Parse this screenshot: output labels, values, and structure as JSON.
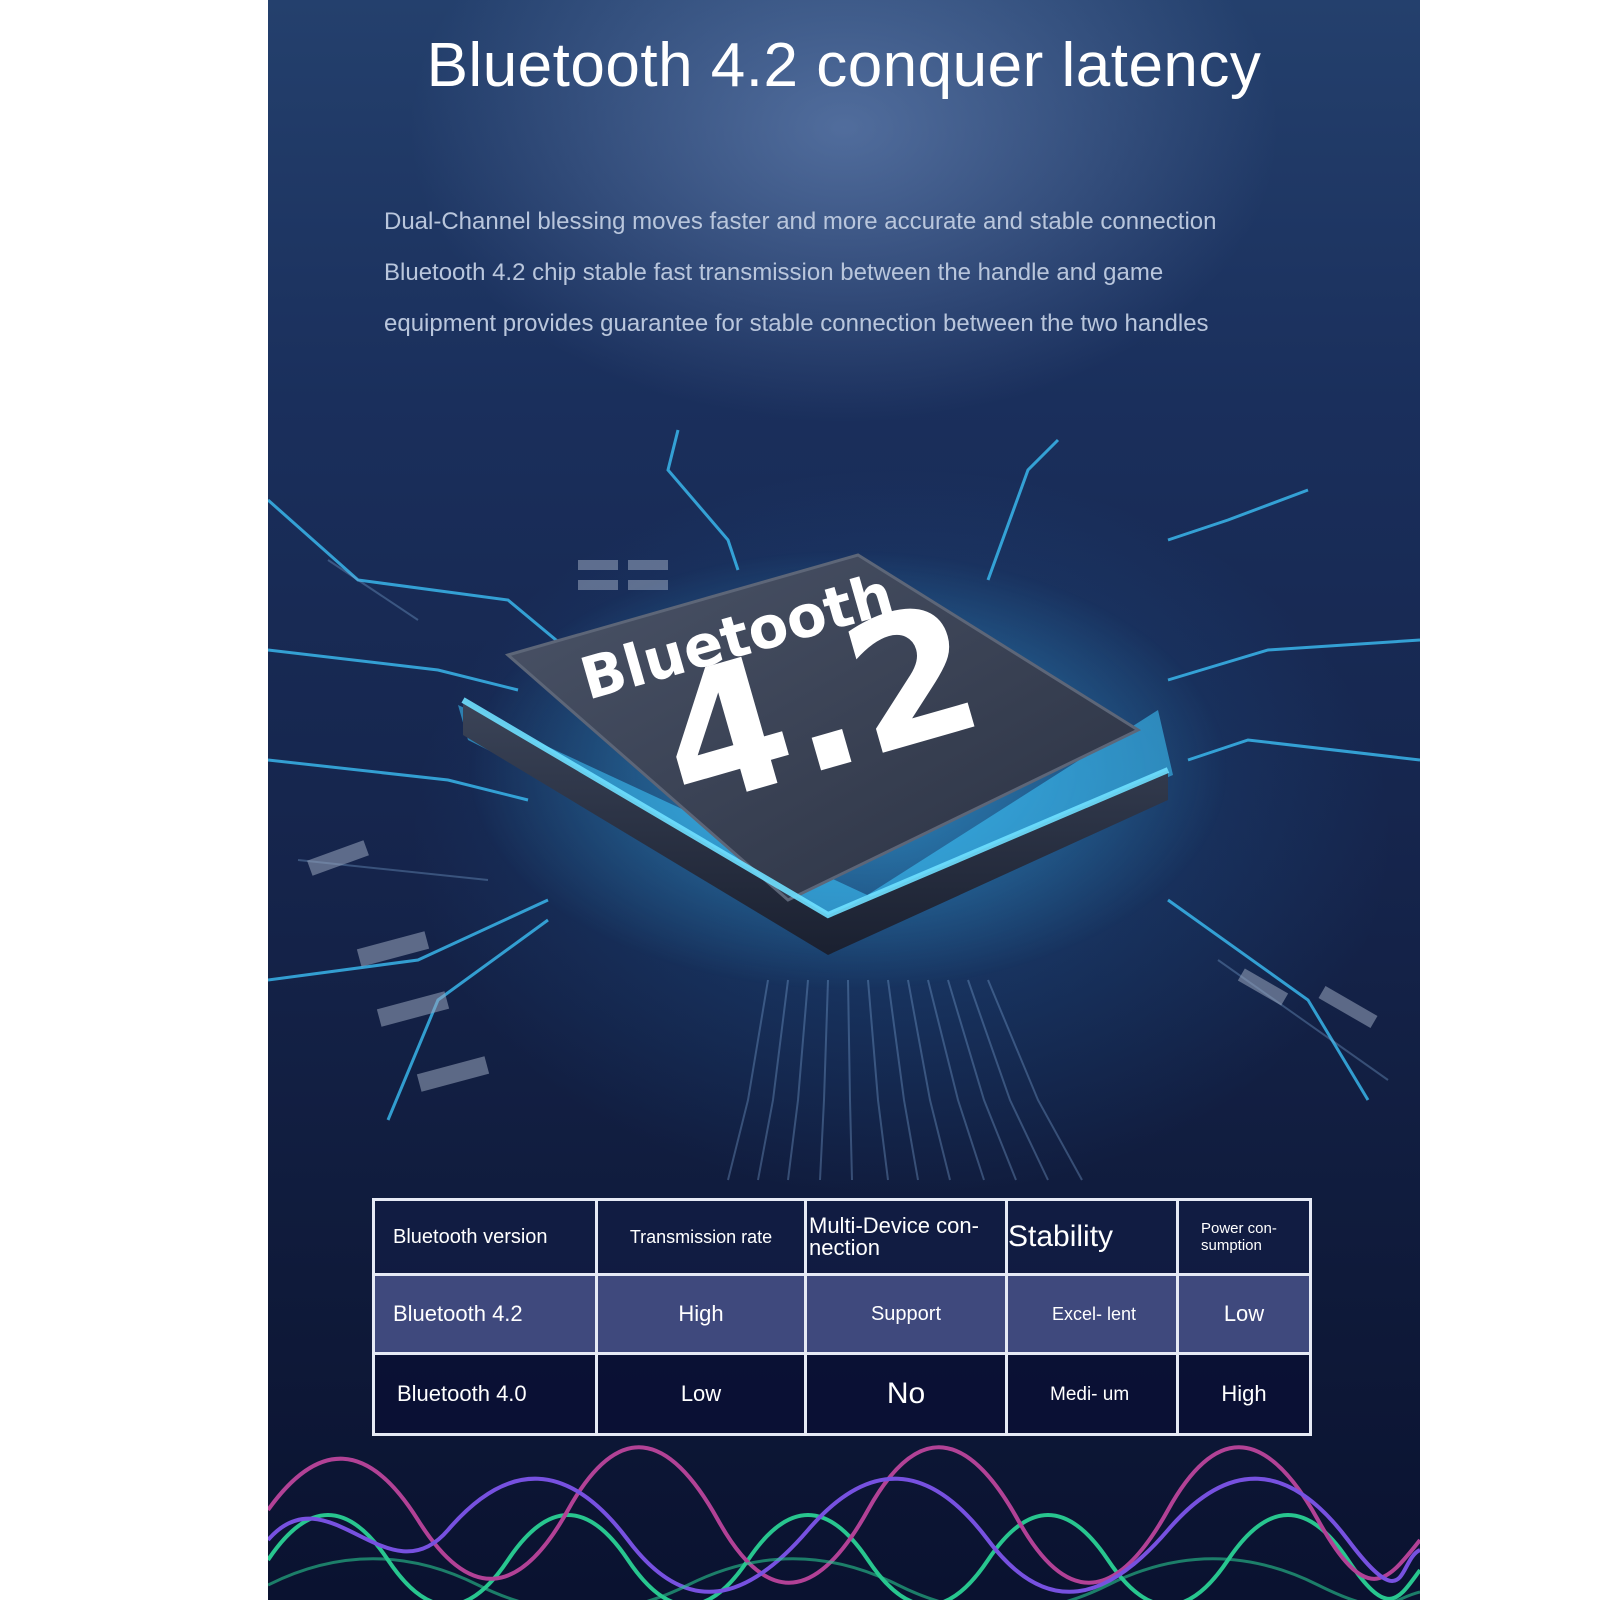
{
  "headline": "Bluetooth 4.2 conquer latency",
  "description_lines": [
    "Dual-Channel blessing moves faster and more accurate and stable connection",
    "Bluetooth 4.2 chip stable fast transmission between the handle and game",
    "equipment provides guarantee for stable connection between the two handles"
  ],
  "chip": {
    "label": "Bluetooth",
    "version": "4.2"
  },
  "table": {
    "headers": [
      "Bluetooth version",
      "Transmission rate",
      "Multi-Device con- nection",
      "Stability",
      "Power con- sumption"
    ],
    "rows": [
      [
        "Bluetooth 4.2",
        "High",
        "Support",
        "Excel- lent",
        "Low"
      ],
      [
        "Bluetooth 4.0",
        "Low",
        "No",
        "Medi- um",
        "High"
      ]
    ]
  },
  "colors": {
    "glow": "#3ec8ff",
    "wave_green": "#2ee6a0",
    "wave_pink": "#d04aa8",
    "wave_purple": "#8a5cff"
  }
}
